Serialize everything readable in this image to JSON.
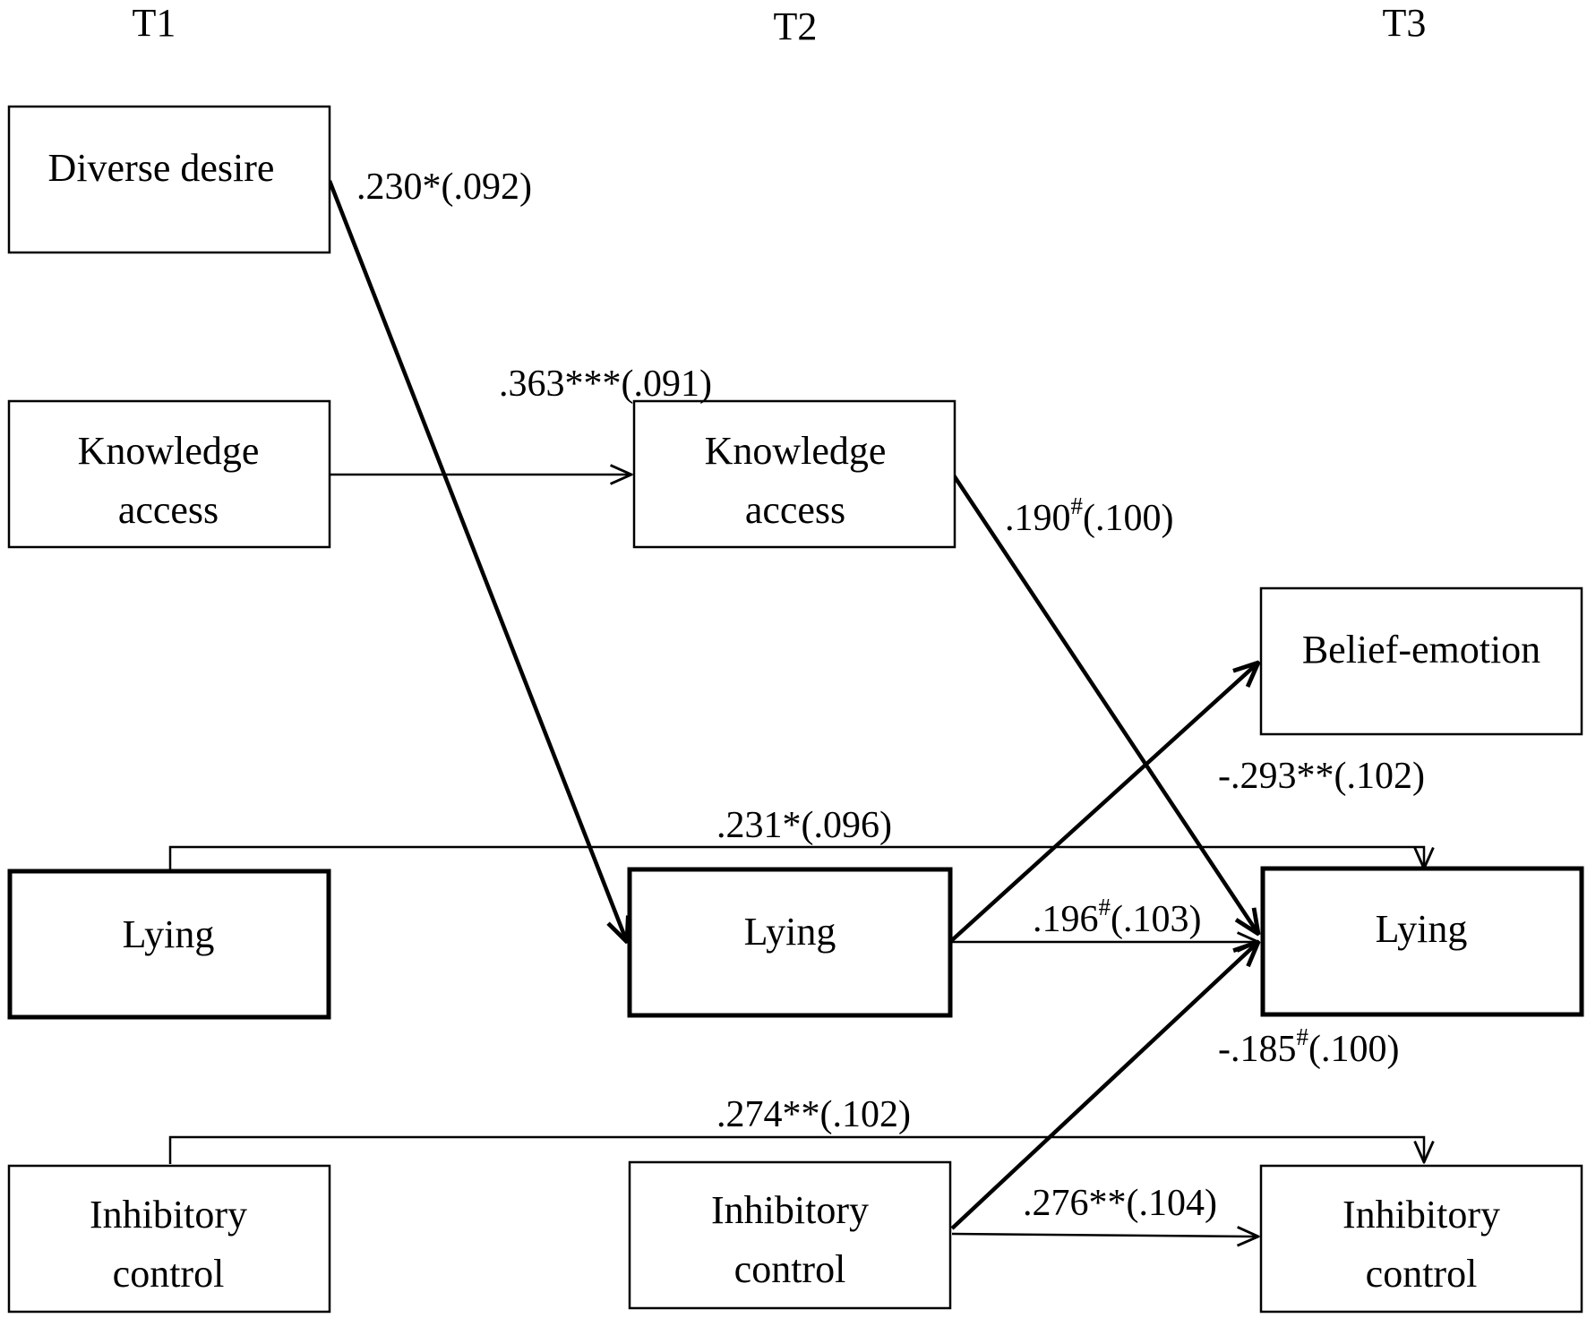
{
  "time_labels": [
    "T1",
    "T2",
    "T3"
  ],
  "nodes": {
    "t1_diverse_desire": [
      "Diverse desire"
    ],
    "t1_knowledge_access": [
      "Knowledge",
      "access"
    ],
    "t1_lying": [
      "Lying"
    ],
    "t1_inhibitory_control": [
      "Inhibitory",
      "control"
    ],
    "t2_knowledge_access": [
      "Knowledge",
      "access"
    ],
    "t2_lying": [
      "Lying"
    ],
    "t2_inhibitory_control": [
      "Inhibitory",
      "control"
    ],
    "t3_belief_emotion": [
      "Belief-emotion"
    ],
    "t3_lying": [
      "Lying"
    ],
    "t3_inhibitory_control": [
      "Inhibitory",
      "control"
    ]
  },
  "paths": [
    {
      "from": "t1_diverse_desire",
      "to": "t2_lying",
      "coef": ".230",
      "sig": "*",
      "se": "(.092)"
    },
    {
      "from": "t1_knowledge_access",
      "to": "t2_knowledge_access",
      "coef": ".363",
      "sig": "***",
      "se": "(.091)"
    },
    {
      "from": "t2_knowledge_access",
      "to": "t3_lying",
      "coef": ".190",
      "sig": "#",
      "se": "(.100)"
    },
    {
      "from": "t2_lying",
      "to": "t3_belief_emotion",
      "coef": "-.293",
      "sig": "**",
      "se": "(.102)"
    },
    {
      "from": "t1_lying",
      "to": "t3_lying",
      "coef": ".231",
      "sig": "*",
      "se": "(.096)"
    },
    {
      "from": "t2_lying",
      "to": "t3_lying",
      "coef": ".196",
      "sig": "#",
      "se": "(.103)"
    },
    {
      "from": "t2_inhibitory_control",
      "to": "t3_lying",
      "coef": "-.185",
      "sig": "#",
      "se": "(.100)"
    },
    {
      "from": "t1_inhibitory_control",
      "to": "t3_inhibitory_control",
      "coef": ".274",
      "sig": "**",
      "se": "(.102)"
    },
    {
      "from": "t2_inhibitory_control",
      "to": "t3_inhibitory_control",
      "coef": ".276",
      "sig": "**",
      "se": "(.104)"
    }
  ]
}
